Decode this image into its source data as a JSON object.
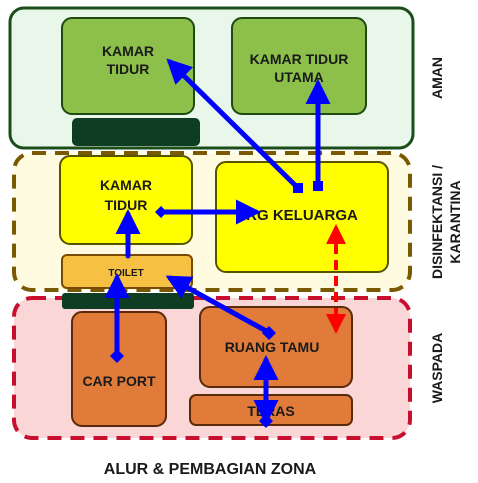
{
  "zones": {
    "aman": {
      "label": "AMAN",
      "fill": "#e8f7e9",
      "border": "#1b4d1b"
    },
    "disinfektansi": {
      "label_line1": "DISINFEKTANSI /",
      "label_line2": "KARANTINA",
      "fill": "#fffbe0",
      "border": "#7a5a00"
    },
    "waspada": {
      "label": "WASPADA",
      "fill": "#fbd6d6",
      "border": "#c8102e"
    }
  },
  "rooms": {
    "kamar_tidur_top": {
      "line1": "KAMAR",
      "line2": "TIDUR",
      "fill": "#8cc04a"
    },
    "kamar_tidur_utama": {
      "line1": "KAMAR TIDUR",
      "line2": "UTAMA",
      "fill": "#8cc04a"
    },
    "kamar_tidur_mid": {
      "line1": "KAMAR",
      "line2": "TIDUR",
      "fill": "#ffff00"
    },
    "rg_keluarga": {
      "label": "RG KELUARGA",
      "fill": "#ffff00"
    },
    "toilet": {
      "label": "TOILET",
      "fill": "#f6c142"
    },
    "car_port": {
      "label": "CAR PORT",
      "fill": "#e07b39"
    },
    "ruang_tamu": {
      "label": "RUANG TAMU",
      "fill": "#e07b39"
    },
    "teras": {
      "label": "TERAS",
      "fill": "#e07b39"
    }
  },
  "colors": {
    "arrow_flow": "#0000ff",
    "arrow_dashed": "#ff0000",
    "dark_block": "#0f3d23"
  },
  "caption": "ALUR & PEMBAGIAN ZONA"
}
